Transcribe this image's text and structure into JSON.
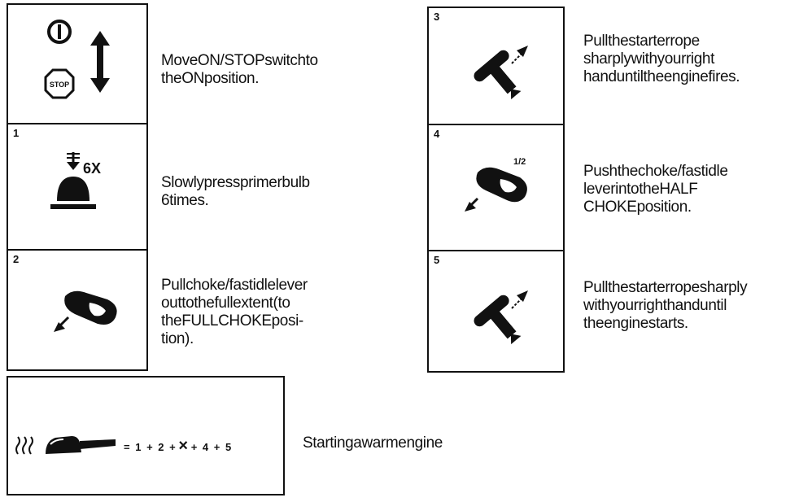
{
  "steps": {
    "switch": {
      "number": "",
      "text": "MoveON/STOPswitchto\ntheONposition."
    },
    "step1": {
      "number": "1",
      "text": "Slowlypressprimerbulb\n6times.",
      "icon_label": "6X"
    },
    "step2": {
      "number": "2",
      "text": "Pullchoke/fastidlelever\nouttothefullextent(to\ntheFULLCHOKEposi-\ntion)."
    },
    "step3": {
      "number": "3",
      "text": "Pullthestarterrope\nsharplywithyourright\nhanduntiltheenginefires."
    },
    "step4": {
      "number": "4",
      "text": "Pushthechoke/fastidle\nleverintotheHALF\nCHOKEposition.",
      "icon_label": "1/2"
    },
    "step5": {
      "number": "5",
      "text": "Pullthestarterropesharply\nwithyourrighthanduntil\ntheenginestarts."
    }
  },
  "warm_start": {
    "text": "Startingawarmengine",
    "formula": [
      "=",
      "1",
      "+",
      "2",
      "+",
      "×",
      "+",
      "4",
      "+",
      "5"
    ]
  },
  "icons": {
    "switch": [
      "power-symbol-icon",
      "stop-sign-icon",
      "up-down-arrow-icon"
    ],
    "step1": "primer-bulb-icon",
    "step2": "choke-lever-pull-icon",
    "step3": "starter-handle-pull-icon",
    "step4": "choke-lever-half-icon",
    "step5": "starter-handle-pull-icon",
    "warm": [
      "heat-waves-icon",
      "chainsaw-icon"
    ]
  },
  "stop_sign_text": "STOP"
}
